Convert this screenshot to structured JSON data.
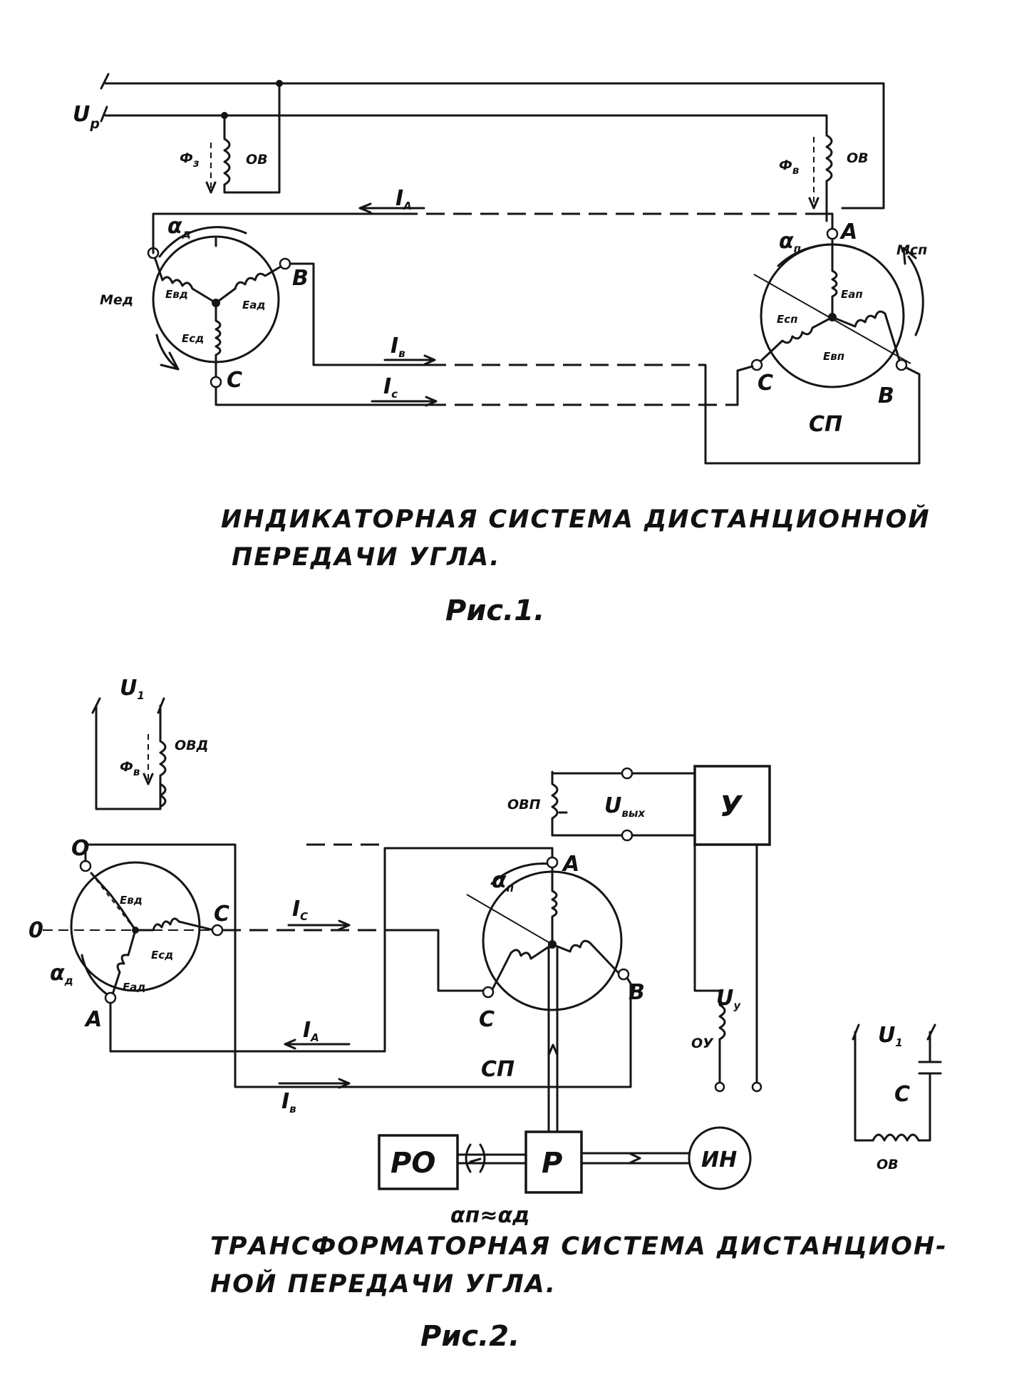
{
  "fig1": {
    "voltage": "U",
    "voltage_sub": "р",
    "flux_left": "Ф",
    "flux_left_sub": "з",
    "winding_left": "ОВ",
    "flux_right": "Ф",
    "flux_right_sub": "в",
    "winding_right": "ОВ",
    "current_a": "I",
    "current_a_sub": "А",
    "current_b": "I",
    "current_b_sub": "в",
    "current_c": "I",
    "current_c_sub": "с",
    "sensor_angle": "α",
    "sensor_angle_sub": "д",
    "sensor_torque": "Mед",
    "sensor_emf_a": "Eад",
    "sensor_emf_b": "Eвд",
    "sensor_emf_c": "Eсд",
    "sensor_term_b": "B",
    "sensor_term_c": "C",
    "receiver_angle": "α",
    "receiver_angle_sub": "п",
    "receiver_torque": "Mсп",
    "receiver_emf_a": "Eап",
    "receiver_emf_b": "Eвп",
    "receiver_emf_c": "Eсп",
    "receiver_term_a": "A",
    "receiver_term_b": "B",
    "receiver_term_c": "C",
    "receiver_name": "СП",
    "caption_line1": "ИНДИКАТОРНАЯ СИСТЕМА ДИСТАНЦИОННОЙ",
    "caption_line2": "ПЕРЕДАЧИ УГЛА.",
    "figure_label": "Рис.1."
  },
  "fig2": {
    "voltage": "U",
    "voltage_sub": "1",
    "flux": "Ф",
    "flux_sub": "в",
    "excitation_winding": "ОВД",
    "sensor_term_o": "О",
    "sensor_term_c": "С",
    "sensor_term_a": "А",
    "sensor_axis": "0",
    "sensor_angle": "α",
    "sensor_angle_sub": "д",
    "sensor_emf_a": "Eад",
    "sensor_emf_b": "Eвд",
    "sensor_emf_c": "Eсд",
    "current_c": "I",
    "current_c_sub": "С",
    "current_a": "I",
    "current_a_sub": "А",
    "current_b": "I",
    "current_b_sub": "в",
    "receiver_angle": "α",
    "receiver_angle_sub": "п",
    "receiver_term_a": "A",
    "receiver_term_b": "B",
    "receiver_term_c": "C",
    "receiver_name": "СП",
    "output_winding": "ОВП",
    "output_voltage": "U",
    "output_voltage_sub": "вых",
    "amplifier": "У",
    "control_voltage": "U",
    "control_voltage_sub": "у",
    "control_winding": "ОУ",
    "reducer": "Р",
    "controlled_object": "РО",
    "motor": "ИН",
    "angle_relation": "αп≈αд",
    "aux_voltage": "U",
    "aux_voltage_sub": "1",
    "capacitor": "C",
    "aux_winding": "ОВ",
    "caption_line1": "ТРАНСФОРМАТОРНАЯ СИСТЕМА ДИСТАНЦИОН-",
    "caption_line2": "НОЙ ПЕРЕДАЧИ УГЛА.",
    "figure_label": "Рис.2."
  }
}
